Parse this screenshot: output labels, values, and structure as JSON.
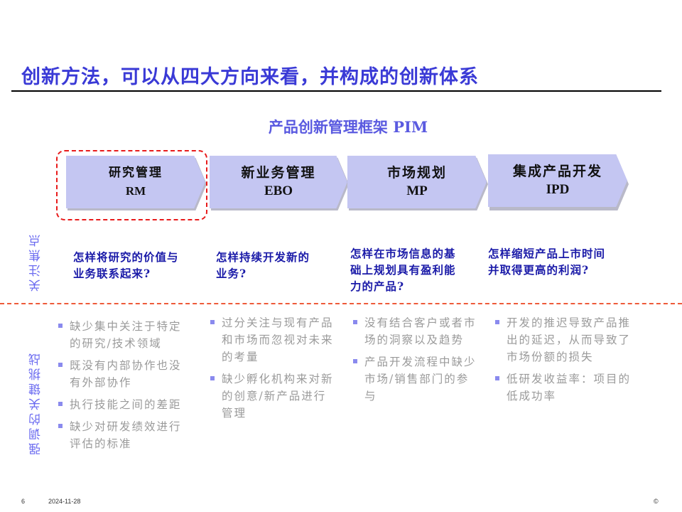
{
  "slide": {
    "title": "创新方法，可以从四大方向来看，并构成的创新体系",
    "subtitle": "产品创新管理框架 PIM"
  },
  "stages": [
    {
      "cn": "研究管理",
      "en": "RM",
      "highlighted": true
    },
    {
      "cn": "新业务管理",
      "en": "EBO",
      "highlighted": false
    },
    {
      "cn": "市场规划",
      "en": "MP",
      "highlighted": false
    },
    {
      "cn": "集成产品开发",
      "en": "IPD",
      "highlighted": false
    }
  ],
  "row_labels": {
    "focus": "关注焦点",
    "challenges": "强调的关键挑战"
  },
  "focus_points": [
    {
      "line1": "怎样将研究的价值与",
      "line2": "业务联系起来?",
      "line3": ""
    },
    {
      "line1": "怎样持续开发新的",
      "line2": "业务?",
      "line3": ""
    },
    {
      "line1": "怎样在市场信息的基",
      "line2": "础上规划具有盈利能",
      "line3": "力的产品?"
    },
    {
      "line1": "怎样缩短产品上市时间",
      "line2": "并取得更高的利润?",
      "line3": ""
    }
  ],
  "challenges": [
    {
      "items": [
        "缺少集中关注于特定的研究/技术领域",
        "既没有内部协作也没有外部协作",
        "执行技能之间的差距",
        "缺少对研发绩效进行评估的标准"
      ]
    },
    {
      "items": [
        "过分关注与现有产品和市场而忽视对未来的考量",
        "缺少孵化机构来对新的创意/新产品进行管理"
      ]
    },
    {
      "items": [
        "没有结合客户或者市场的洞察以及趋势",
        "产品开发流程中缺少市场/销售部门的参与"
      ]
    },
    {
      "items": [
        "开发的推迟导致产品推出的延迟，从而导致了市场份额的损失",
        "低研发收益率：项目的低成功率"
      ]
    }
  ],
  "footer": {
    "page_number": "6",
    "date": "2024-11-28",
    "copyright": "©"
  },
  "colors": {
    "title": "#3a3ad6",
    "chevron_fill": "#c4c6f2",
    "highlight_border": "#e81b1b",
    "focus_text": "#1a1aa8",
    "challenge_text": "#9a9a9a",
    "separator": "#ee5a3a"
  }
}
